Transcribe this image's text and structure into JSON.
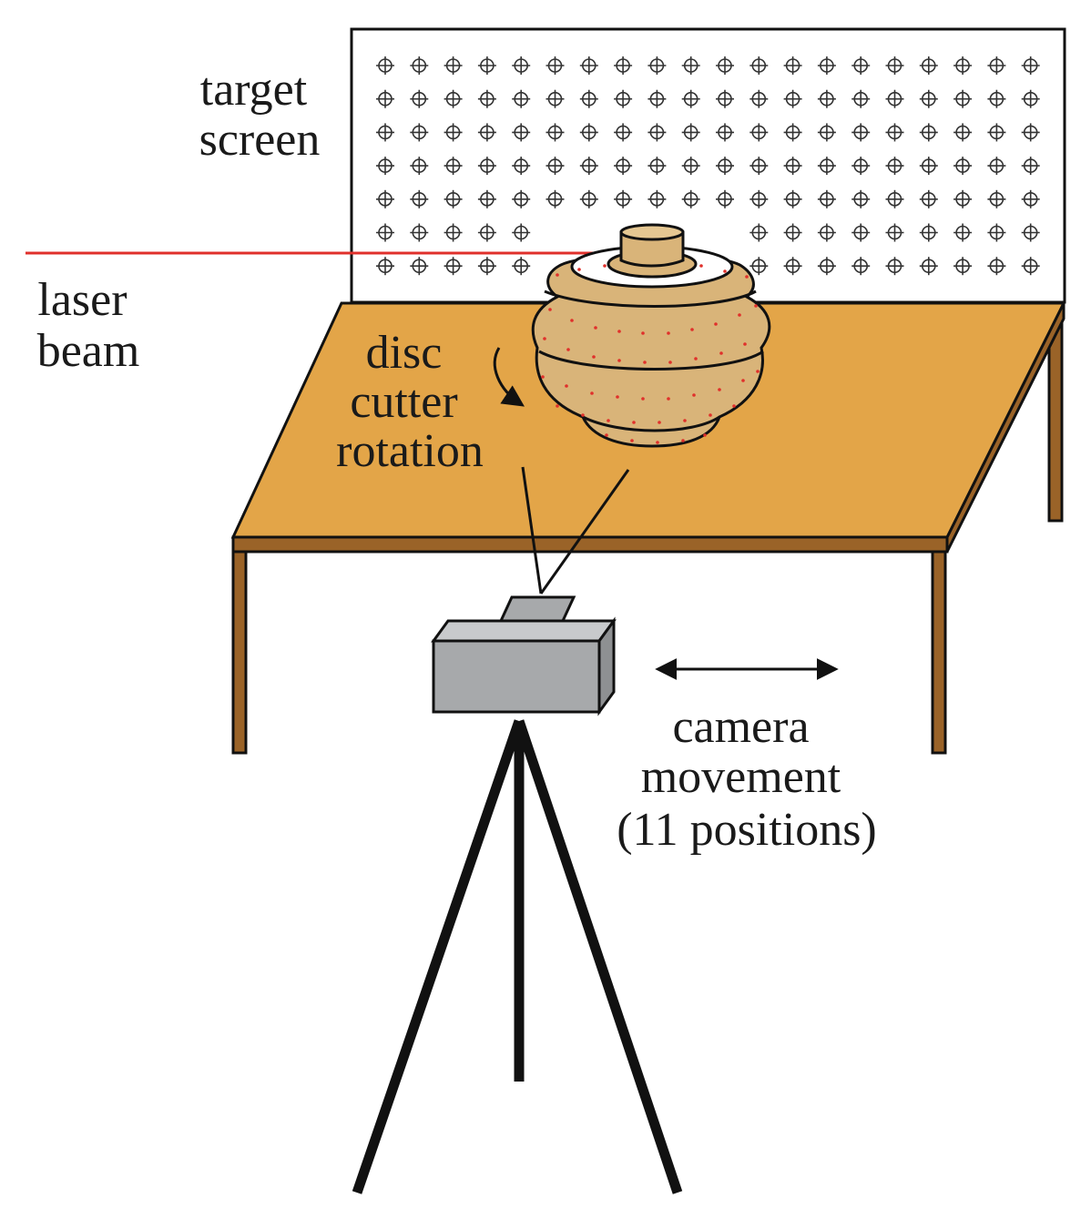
{
  "labels": {
    "target_screen": [
      "target",
      "screen"
    ],
    "laser_beam": [
      "laser",
      "beam"
    ],
    "disc_cutter_rotation": [
      "disc",
      "cutter",
      "rotation"
    ],
    "camera_movement": [
      "camera",
      "movement",
      "(11 positions)"
    ]
  },
  "colors": {
    "table_top": "#E3A548",
    "table_edge": "#9A6328",
    "cutter_body": "#D9B479",
    "cutter_dots": "#E0302B",
    "laser": "#E0302B",
    "camera": "#A7A9AB",
    "screen_marks": "#333333"
  },
  "target_grid": {
    "rows": 7,
    "columns": 20
  },
  "icons": {
    "rotation_arrow": "curved-arrow-icon",
    "camera_movement_arrow": "double-arrow-icon",
    "target_mark": "crosshair-icon"
  }
}
